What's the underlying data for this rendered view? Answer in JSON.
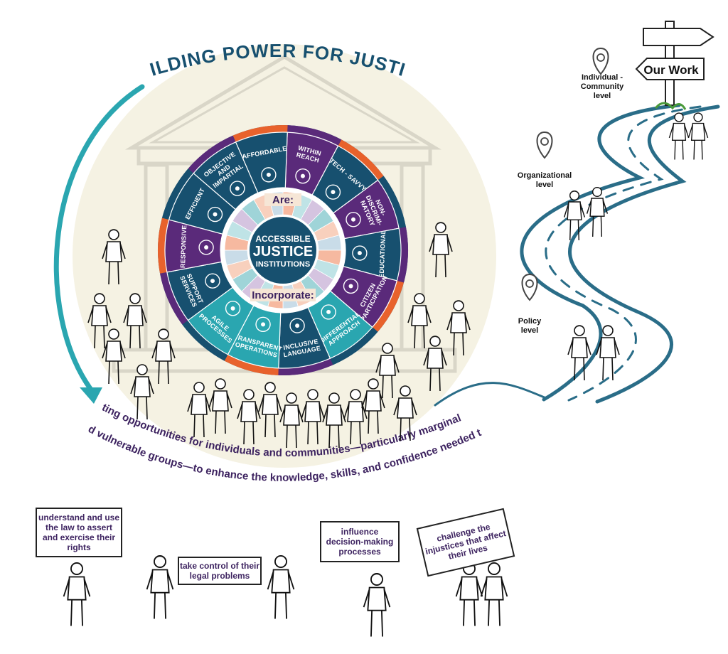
{
  "title": "BUILDING POWER FOR JUSTICE",
  "hub": {
    "line1": "ACCESSIBLE",
    "line2": "JUSTICE",
    "line3": "INSTITUTIONS",
    "are": "Are:",
    "incorporate": "Incorporate:"
  },
  "segments": [
    {
      "lines": [
        "WITHIN",
        "REACH"
      ],
      "color": "#5a2a7a",
      "icon": "map-icon"
    },
    {
      "lines": [
        "TECH - SAVVY"
      ],
      "color": "#17506f",
      "icon": "computer-icon"
    },
    {
      "lines": [
        "NON-",
        "DISCRIMI-",
        "NATORY"
      ],
      "color": "#5a2a7a",
      "icon": "globe-people-icon"
    },
    {
      "lines": [
        "EDUCATIONAL"
      ],
      "color": "#17506f",
      "icon": "lightbulb-icon"
    },
    {
      "lines": [
        "CITIZEN",
        "PARTICIPATION"
      ],
      "color": "#5a2a7a",
      "icon": "crowd-icon"
    },
    {
      "lines": [
        "DIFFERENTIAL",
        "APPROACH"
      ],
      "color": "#2aa6b0",
      "icon": "fan-icon"
    },
    {
      "lines": [
        "INCLUSIVE",
        "LANGUAGE"
      ],
      "color": "#17506f",
      "icon": "speech-bubbles-icon"
    },
    {
      "lines": [
        "TRANSPARENT",
        "OPERATIONS"
      ],
      "color": "#2aa6b0",
      "icon": "magnifier-icon"
    },
    {
      "lines": [
        "AGILE",
        "PROCESSES"
      ],
      "color": "#2aa6b0",
      "icon": "process-icon"
    },
    {
      "lines": [
        "SUPPORT",
        "SERVICES"
      ],
      "color": "#17506f",
      "icon": "support-icon"
    },
    {
      "lines": [
        "RESPONSIVE"
      ],
      "color": "#5a2a7a",
      "icon": "flag-person-icon"
    },
    {
      "lines": [
        "EFFICIENT"
      ],
      "color": "#17506f",
      "icon": "target-icon"
    },
    {
      "lines": [
        "OBJECTIVE",
        "AND",
        "IMPARTIAL"
      ],
      "color": "#17506f",
      "icon": "scales-icon"
    },
    {
      "lines": [
        "AFFORDABLE"
      ],
      "color": "#17506f",
      "icon": "money-icon"
    }
  ],
  "arc_caption": {
    "line1": "Creating opportunities for individuals and communities—particularly marginalized",
    "line2": "and vulnerable groups—to enhance the knowledge, skills, and confidence needed to:"
  },
  "signpost": {
    "top": "",
    "bottom": "Our Work"
  },
  "levels": [
    {
      "label": [
        "Individual -",
        "Community",
        "level"
      ]
    },
    {
      "label": [
        "Organizational",
        "level"
      ]
    },
    {
      "label": [
        "Policy",
        "level"
      ]
    }
  ],
  "outcomes": [
    {
      "text": "understand and use the law to assert and exercise their rights"
    },
    {
      "text": "take control of their legal problems"
    },
    {
      "text": "influence decision-making processes"
    },
    {
      "text": "challenge the injustices that affect their lives"
    }
  ],
  "colors": {
    "teal": "#2aa6b0",
    "navy": "#17506f",
    "purple": "#5a2a7a",
    "orange": "#e8622c",
    "caption_purple": "#3d2360",
    "cream": "#f5f2e3"
  }
}
